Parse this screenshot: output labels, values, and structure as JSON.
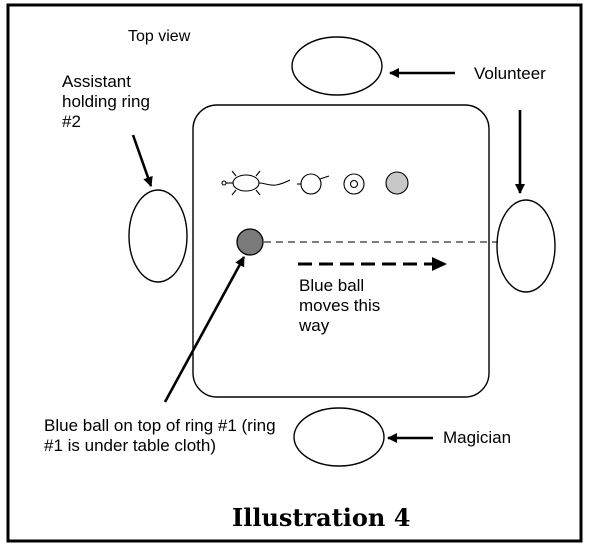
{
  "labels": {
    "top_view": "Top view",
    "volunteer": "Volunteer",
    "assistant": "Assistant holding ring #2",
    "blue_ball_moves": "Blue ball moves this way",
    "blue_ball_on_ring": "Blue ball on top of ring #1 (ring #1 is under table cloth)",
    "magician": "Magician"
  },
  "title": "Illustration 4",
  "colors": {
    "line": "#000000",
    "ball_dark": "#7a7a7a",
    "ball_light": "#c8c8c8",
    "background": "#ffffff"
  }
}
